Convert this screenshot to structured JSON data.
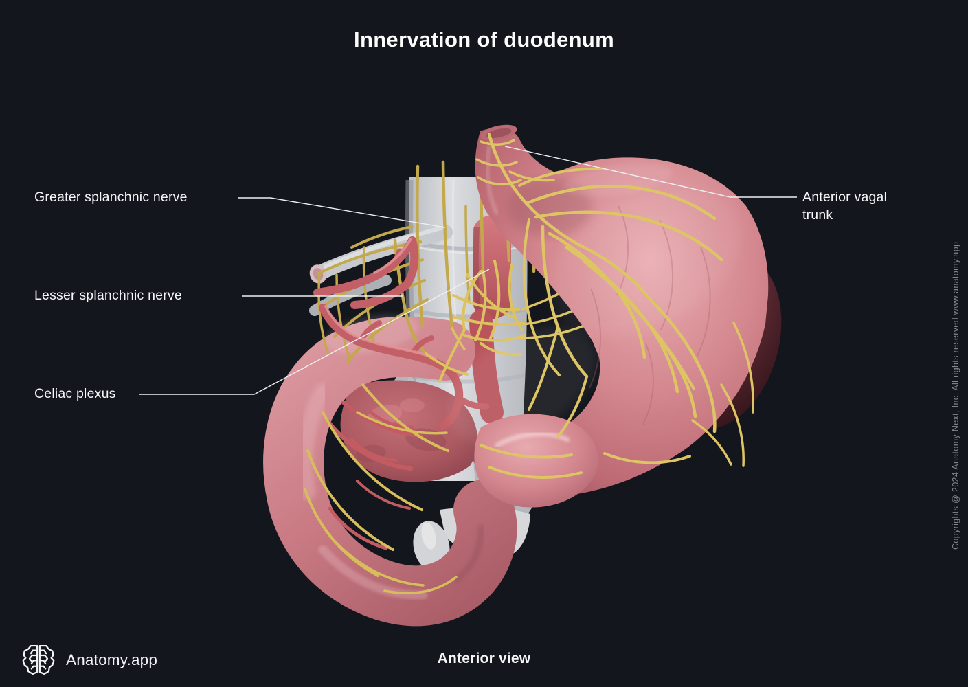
{
  "title": "Innervation of duodenum",
  "annotations": {
    "greater_splanchnic": "Greater splanchnic nerve",
    "lesser_splanchnic": "Lesser splanchnic nerve",
    "celiac_plexus": "Celiac plexus",
    "anterior_vagal": "Anterior vagal trunk"
  },
  "footer": {
    "brand": "Anatomy.app",
    "view": "Anterior view"
  },
  "copyright": "Copyrights @ 2024 Anatomy Next, Inc. All rights reserved www.anatomy.app",
  "icons": {
    "brand_logo": "brain-icon"
  },
  "colors": {
    "background": "#14161d",
    "text": "#f5f6f7",
    "muted_text": "#84878d",
    "leader_line": "#eef0f2",
    "nerve_yellow": "#d7bd5b",
    "artery_red": "#c4606a",
    "organ_pink": "#d2858c",
    "bone_gray": "#c9ccd0",
    "spleen_maroon": "#54262e"
  }
}
